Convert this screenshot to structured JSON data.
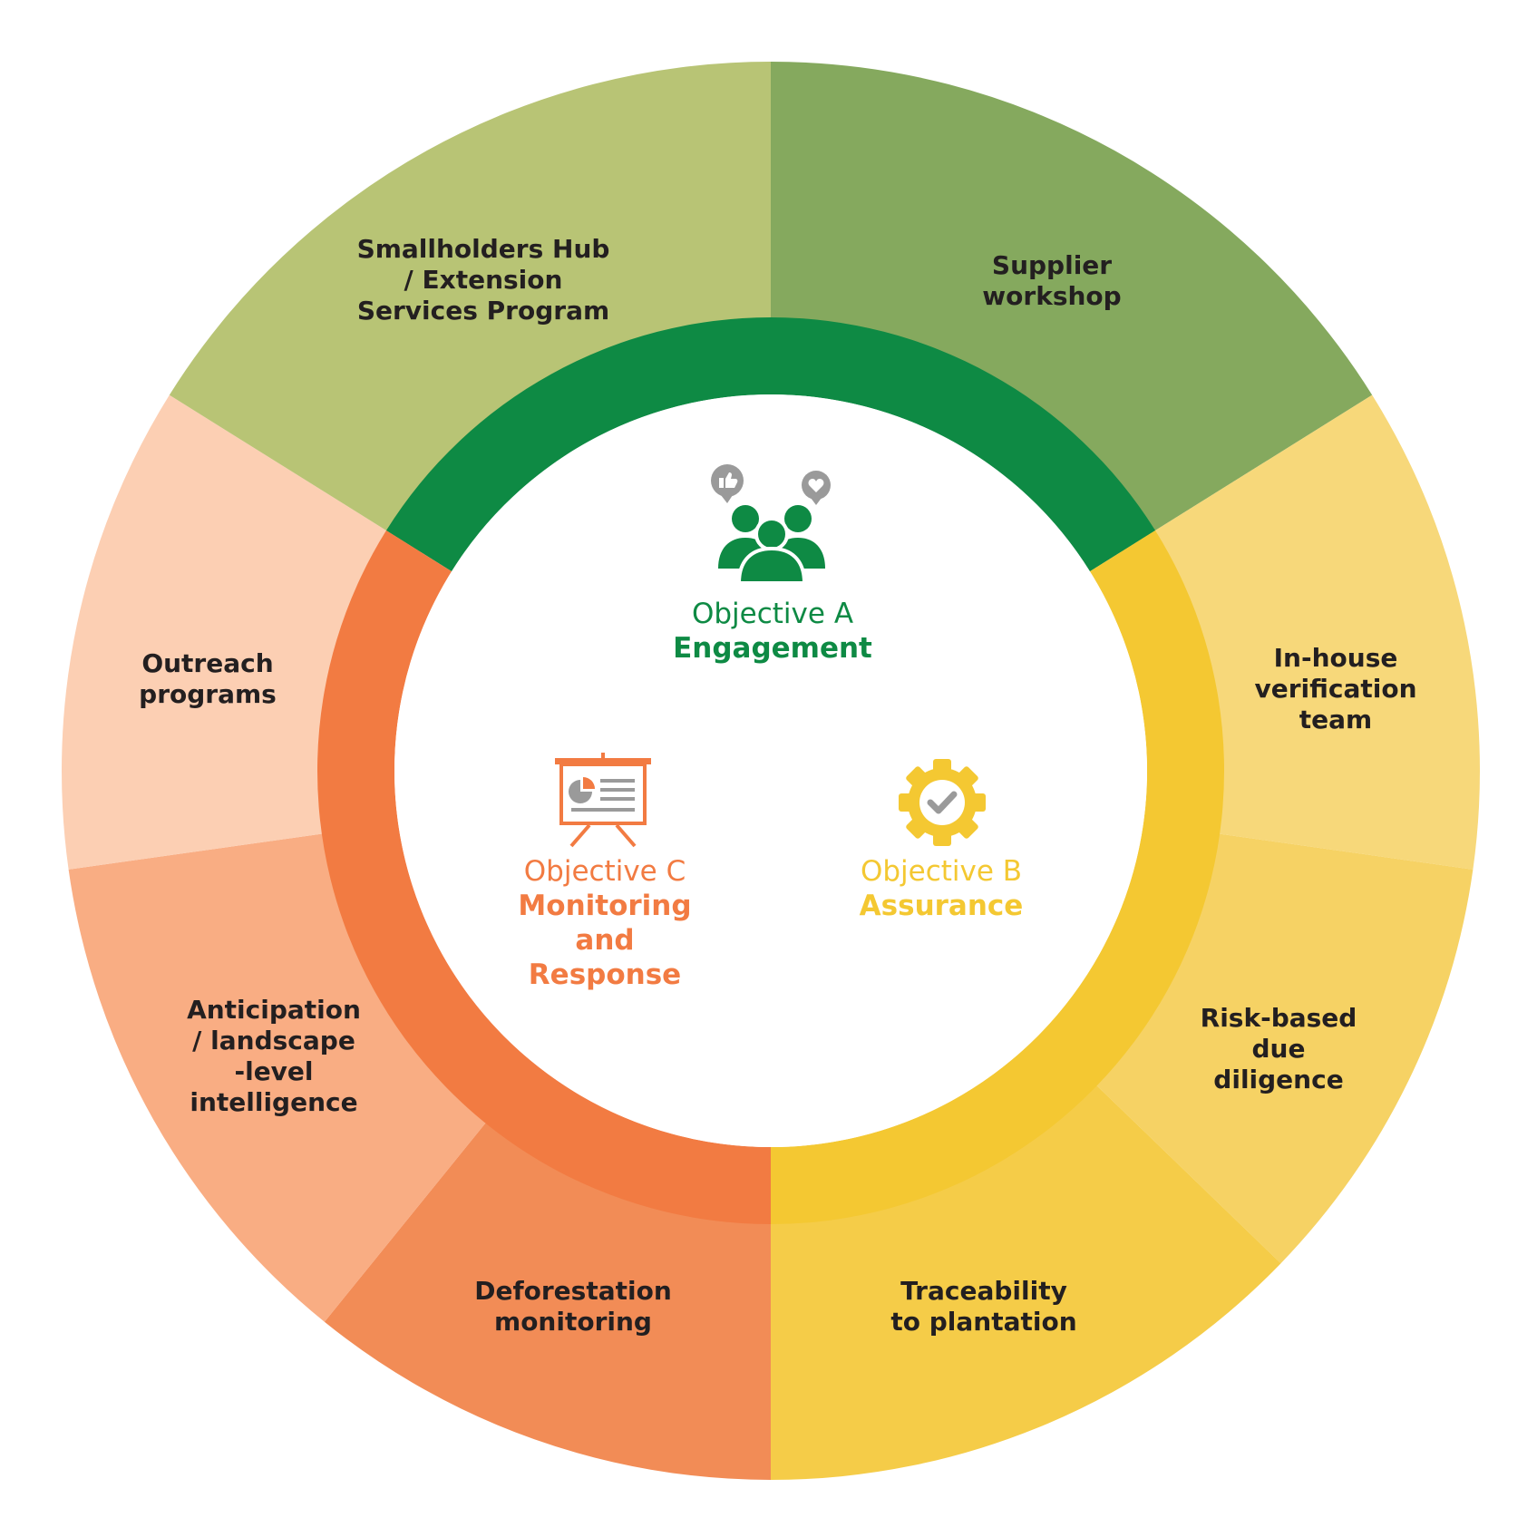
{
  "colors": {
    "engagement_ring": "#0e8a44",
    "assurance_ring": "#f4c832",
    "monitoring_ring": "#f27b42",
    "icon_grey": "#9a9a9a"
  },
  "outer_segments": [
    {
      "id": "supplier-workshop",
      "label": "Supplier\nworkshop",
      "color": "#85a95e"
    },
    {
      "id": "in-house-verification",
      "label": "In-house\nverification\nteam",
      "color": "#f7d87a"
    },
    {
      "id": "risk-based-due-diligence",
      "label": "Risk-based\ndue\ndiligence",
      "color": "#f6d264"
    },
    {
      "id": "traceability",
      "label": "Traceability\nto plantation",
      "color": "#f5cc48"
    },
    {
      "id": "deforestation-monitoring",
      "label": "Deforestation\nmonitoring",
      "color": "#f28c56"
    },
    {
      "id": "anticipation",
      "label": "Anticipation\n/ landscape\n-level\nintelligence",
      "color": "#f9ad83"
    },
    {
      "id": "outreach",
      "label": "Outreach\nprograms",
      "color": "#fccfb3"
    },
    {
      "id": "smallholders-hub",
      "label": "Smallholders Hub\n/ Extension\nServices Program",
      "color": "#b8c475"
    }
  ],
  "objectives": {
    "a": {
      "sub": "Objective A",
      "name": "Engagement",
      "color": "#0e8a44",
      "icon": "people-engagement-icon"
    },
    "b": {
      "sub": "Objective B",
      "name": "Assurance",
      "color": "#f4c832",
      "icon": "gear-check-icon"
    },
    "c": {
      "sub": "Objective C",
      "name": "Monitoring\nand\nResponse",
      "color": "#f27b42",
      "icon": "presentation-board-icon"
    }
  }
}
